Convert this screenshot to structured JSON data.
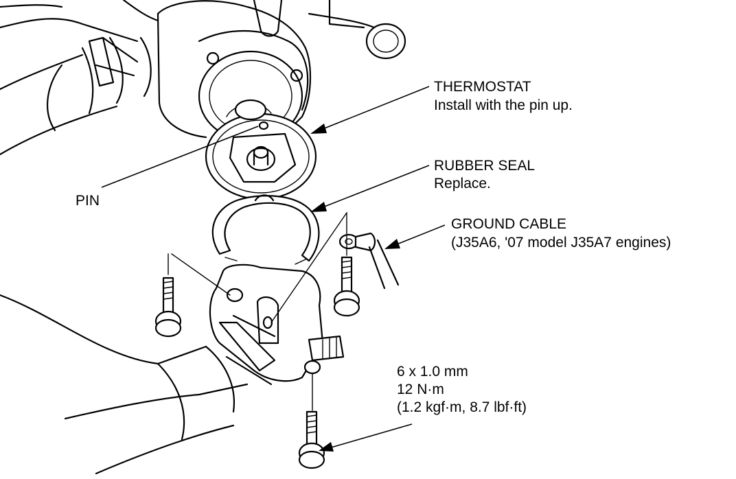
{
  "labels": {
    "thermostat_title": "THERMOSTAT",
    "thermostat_note": "Install with the pin up.",
    "rubber_seal_title": "RUBBER SEAL",
    "rubber_seal_note": "Replace.",
    "pin": "PIN",
    "ground_cable_title": "GROUND CABLE",
    "ground_cable_note": "(J35A6, '07 model J35A7 engines)",
    "bolt_size": "6 x 1.0 mm",
    "torque_nm": "12 N·m",
    "torque_alt": "(1.2 kgf·m, 8.7 lbf·ft)"
  }
}
